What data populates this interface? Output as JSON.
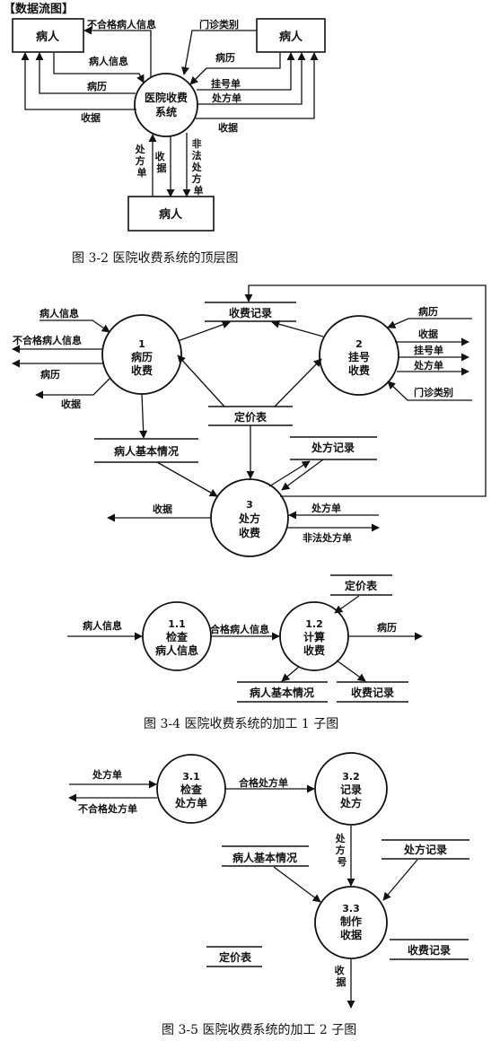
{
  "header": "【数据流图】",
  "fig2": {
    "caption": "图 3-2   医院收费系统的顶层图",
    "process": [
      "医院收费",
      "系统"
    ],
    "entity_left": "病人",
    "entity_right": "病人",
    "entity_bottom": "病人",
    "flows": {
      "unqualified": "不合格病人信息",
      "patient_info": "病人信息",
      "history": "病历",
      "receipt": "收据",
      "dept_type": "门诊类别",
      "history_r": "病历",
      "reg_slip": "挂号单",
      "prescription": "处方单",
      "receipt_r": "收据",
      "bottom_prescription": "处方单",
      "bottom_receipt": "收据",
      "illegal": "非法处方单"
    }
  },
  "fig3": {
    "p1": [
      "1",
      "病历",
      "收费"
    ],
    "p2": [
      "2",
      "挂号",
      "收费"
    ],
    "p3": [
      "3",
      "处方",
      "收费"
    ],
    "stores": {
      "fee_record": "收费记录",
      "price_list": "定价表",
      "patient_basic": "病人基本情况",
      "prescription_record": "处方记录"
    },
    "flows": {
      "patient_info": "病人信息",
      "unqualified": "不合格病人信息",
      "history": "病历",
      "receipt": "收据",
      "history_in": "病历",
      "receipt_r": "收据",
      "reg_slip": "挂号单",
      "prescription": "处方单",
      "dept_type": "门诊类别",
      "receipt_3": "收据",
      "prescription_in": "处方单",
      "illegal": "非法处方单"
    }
  },
  "fig4": {
    "caption": "图 3-4   医院收费系统的加工 1 子图",
    "p11": [
      "1.1",
      "检查",
      "病人信息"
    ],
    "p12": [
      "1.2",
      "计算",
      "收费"
    ],
    "stores": {
      "price_list": "定价表",
      "patient_basic": "病人基本情况",
      "fee_record": "收费记录"
    },
    "flows": {
      "patient_info": "病人信息",
      "qualified": "合格病人信息",
      "history": "病历"
    }
  },
  "fig5": {
    "caption": "图 3-5   医院收费系统的加工 2 子图",
    "p31": [
      "3.1",
      "检查",
      "处方单"
    ],
    "p32": [
      "3.2",
      "记录",
      "处方"
    ],
    "p33": [
      "3.3",
      "制作",
      "收据"
    ],
    "stores": {
      "patient_basic": "病人基本情况",
      "prescription_record": "处方记录",
      "price_list": "定价表",
      "fee_record": "收费记录"
    },
    "flows": {
      "prescription": "处方单",
      "unqualified": "不合格处方单",
      "qualified": "合格处方单",
      "rx_no": [
        "处",
        "方",
        "号"
      ],
      "receipt": [
        "收",
        "据"
      ]
    }
  }
}
